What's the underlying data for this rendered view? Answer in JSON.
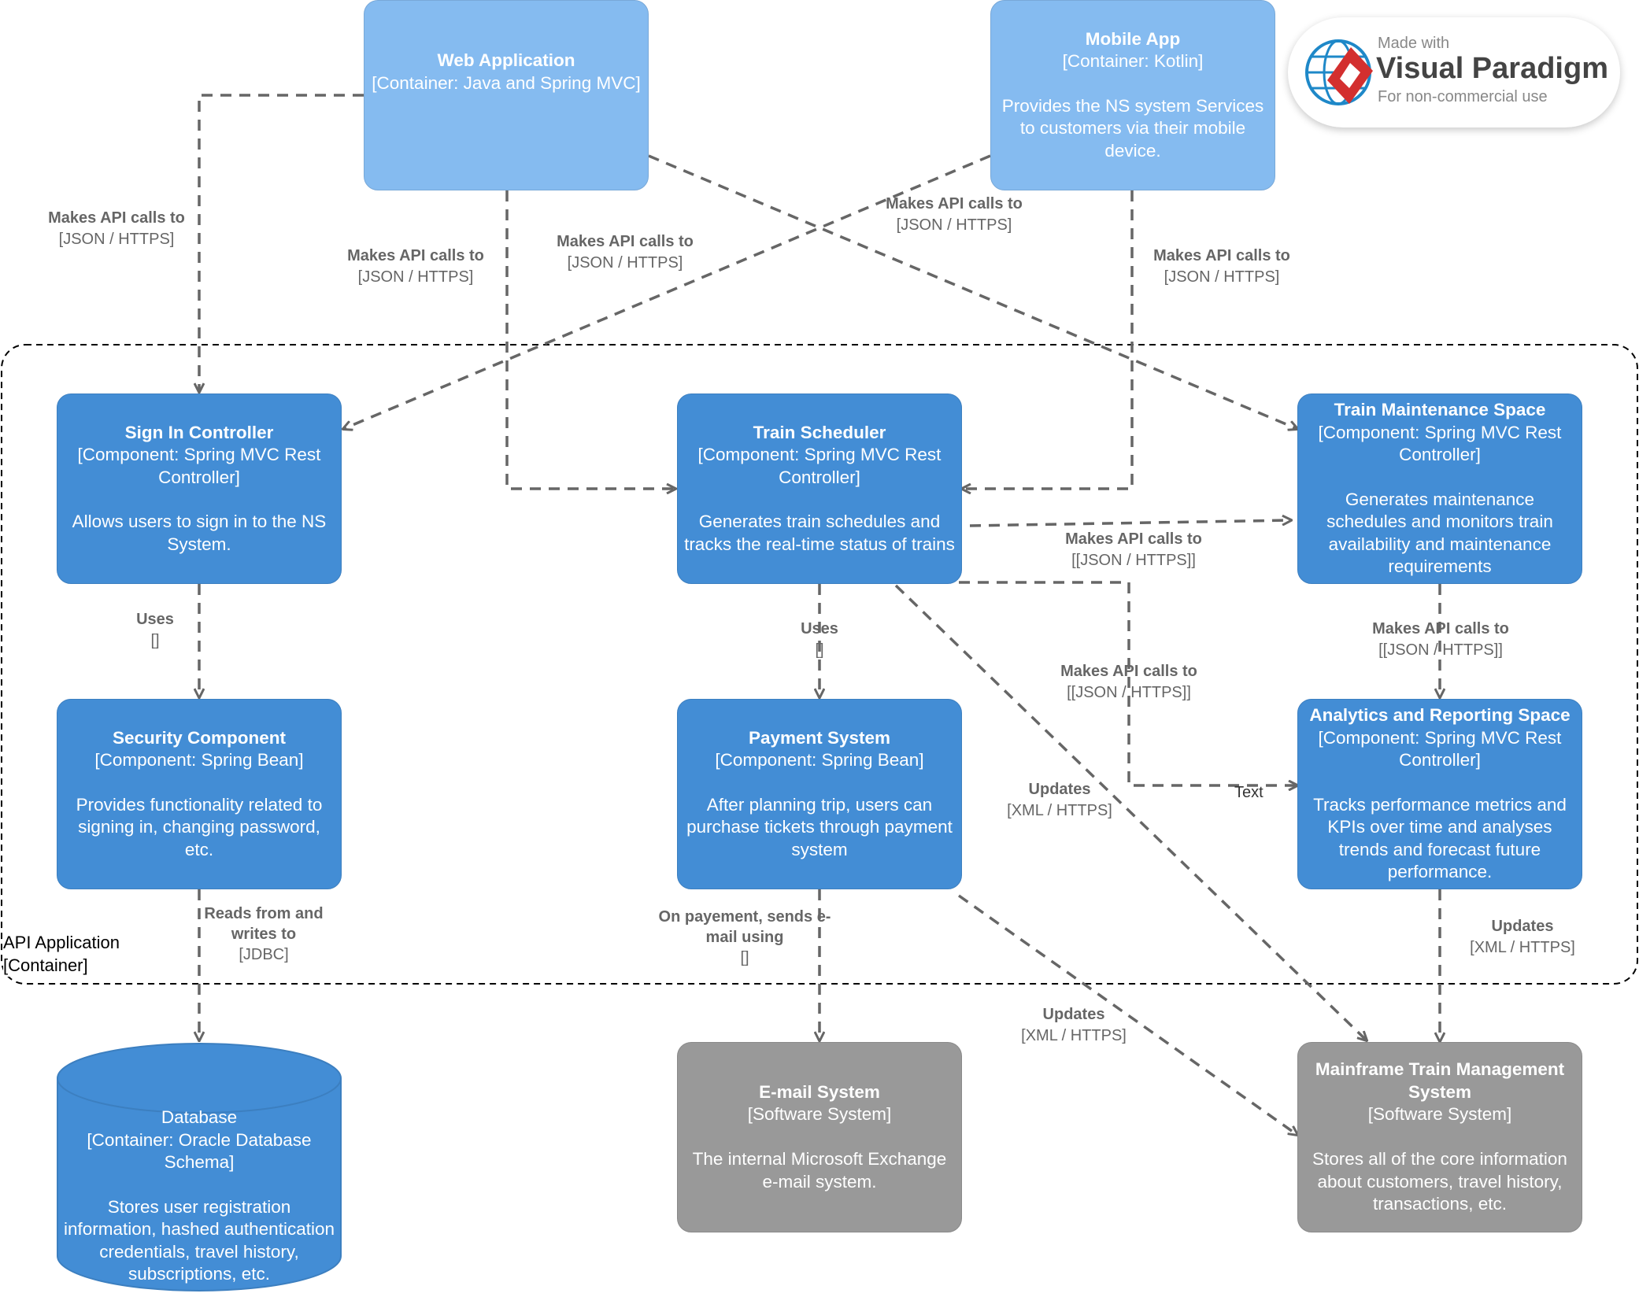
{
  "nodes": {
    "web_app": {
      "title": "Web Application",
      "kind": "[Container: Java and Spring MVC]",
      "desc": ""
    },
    "mobile_app": {
      "title": "Mobile App",
      "kind": "[Container: Kotlin]",
      "desc": "Provides the NS system Services to customers via their mobile device."
    },
    "sign_in": {
      "title": "Sign In Controller",
      "kind": "[Component: Spring MVC Rest Controller]",
      "desc": "Allows users to sign in to the NS System."
    },
    "train_scheduler": {
      "title": "Train Scheduler",
      "kind": "[Component: Spring MVC Rest Controller]",
      "desc": "Generates train schedules and tracks the real-time status of trains"
    },
    "train_maintenance": {
      "title": "Train Maintenance Space",
      "kind": "[Component: Spring MVC Rest Controller]",
      "desc": "Generates maintenance schedules and monitors train availability and maintenance requirements"
    },
    "security": {
      "title": "Security Component",
      "kind": "[Component: Spring Bean]",
      "desc": "Provides functionality related to signing in, changing password, etc."
    },
    "payment": {
      "title": "Payment System",
      "kind": "[Component: Spring Bean]",
      "desc": "After planning trip, users can purchase tickets through payment system"
    },
    "analytics": {
      "title": "Analytics and Reporting Space",
      "kind": "[Component: Spring MVC Rest Controller]",
      "desc": "Tracks performance metrics and KPIs over time and analyses trends and forecast future performance."
    },
    "database": {
      "title": "Database",
      "kind": "[Container: Oracle Database Schema]",
      "desc": "Stores user registration information, hashed authentication credentials, travel history, subscriptions, etc."
    },
    "email": {
      "title": "E-mail System",
      "kind": "[Software System]",
      "desc": "The internal Microsoft Exchange e-mail system."
    },
    "mainframe": {
      "title": "Mainframe Train Management System",
      "kind": "[Software System]",
      "desc": "Stores all of the core information about customers, travel history, transactions, etc."
    }
  },
  "boundary": {
    "name": "API Application",
    "kind": "[Container]"
  },
  "edge_labels": {
    "web_to_signin": {
      "action": "Makes API calls to",
      "tech": "[JSON / HTTPS]"
    },
    "web_to_scheduler": {
      "action": "Makes API calls to",
      "tech": "[JSON / HTTPS]"
    },
    "mobile_to_signin": {
      "action": "Makes API calls to",
      "tech": "[JSON / HTTPS]"
    },
    "web_to_maintenance": {
      "action": "Makes API calls to",
      "tech": "[JSON / HTTPS]"
    },
    "mobile_to_scheduler": {
      "action": "Makes API calls to",
      "tech": "[JSON / HTTPS]"
    },
    "scheduler_to_maintenance": {
      "action": "Makes API calls to",
      "tech": "[[JSON / HTTPS]]"
    },
    "scheduler_to_analytics": {
      "action": "Makes API calls to",
      "tech": "[[JSON / HTTPS]]"
    },
    "maintenance_to_analytics": {
      "action": "Makes API calls to",
      "tech": "[[JSON / HTTPS]]"
    },
    "signin_to_security": {
      "action": "Uses",
      "tech": "[]"
    },
    "scheduler_to_payment": {
      "action": "Uses",
      "tech": "[]"
    },
    "scheduler_to_mainframe": {
      "action": "Updates",
      "tech": "[XML / HTTPS]"
    },
    "analytics_to_mainframe": {
      "action": "Updates",
      "tech": "[XML / HTTPS]"
    },
    "payment_to_mainframe": {
      "action": "Updates",
      "tech": "[XML / HTTPS]"
    },
    "security_to_database": {
      "action": "Reads from and writes to",
      "tech": "[JDBC]"
    },
    "payment_to_email": {
      "action": "On payement, sends e-mail using",
      "tech": "[]"
    },
    "stray_text": "Text"
  },
  "watermark": {
    "made_with": "Made with",
    "brand": "Visual Paradigm",
    "note": "For non-commercial use"
  },
  "colors": {
    "container": "#85bbf0",
    "component": "#438dd5",
    "external": "#999999",
    "edge": "#666666"
  }
}
